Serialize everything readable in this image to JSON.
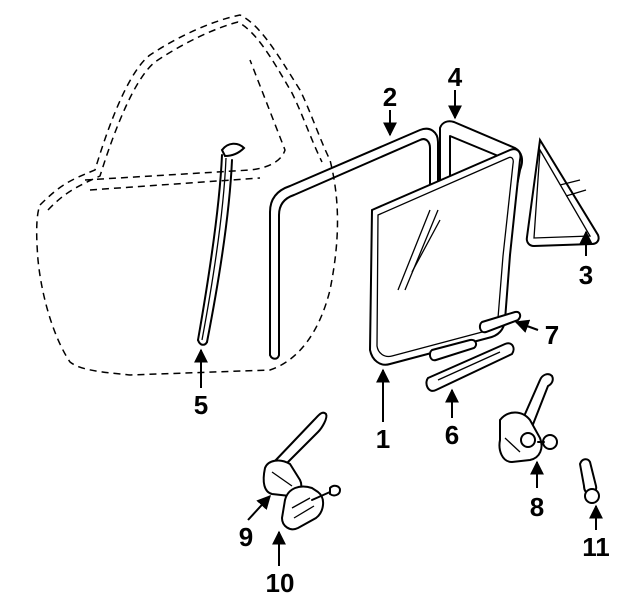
{
  "diagram": {
    "callouts": [
      {
        "id": "1",
        "label": "1"
      },
      {
        "id": "2",
        "label": "2"
      },
      {
        "id": "3",
        "label": "3"
      },
      {
        "id": "4",
        "label": "4"
      },
      {
        "id": "5",
        "label": "5"
      },
      {
        "id": "6",
        "label": "6"
      },
      {
        "id": "7",
        "label": "7"
      },
      {
        "id": "8",
        "label": "8"
      },
      {
        "id": "9",
        "label": "9"
      },
      {
        "id": "10",
        "label": "10"
      },
      {
        "id": "11",
        "label": "11"
      }
    ]
  }
}
